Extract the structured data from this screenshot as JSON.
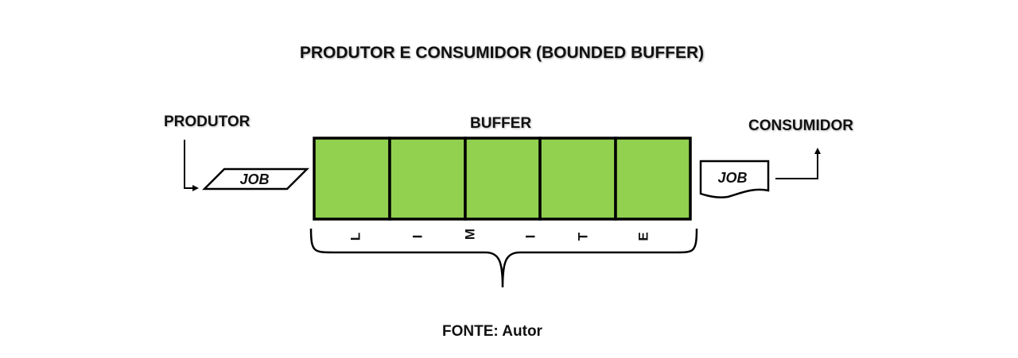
{
  "title": "PRODUTOR E CONSUMIDOR (BOUNDED BUFFER)",
  "producer": {
    "label": "PRODUTOR",
    "job_label": "JOB"
  },
  "buffer": {
    "label": "BUFFER",
    "slot_count": 5,
    "slot_color": "#92d050"
  },
  "consumer": {
    "label": "CONSUMIDOR",
    "job_label": "JOB"
  },
  "limit_letters": [
    "L",
    "I",
    "M",
    "I",
    "T",
    "E"
  ],
  "source": "FONTE: Autor"
}
